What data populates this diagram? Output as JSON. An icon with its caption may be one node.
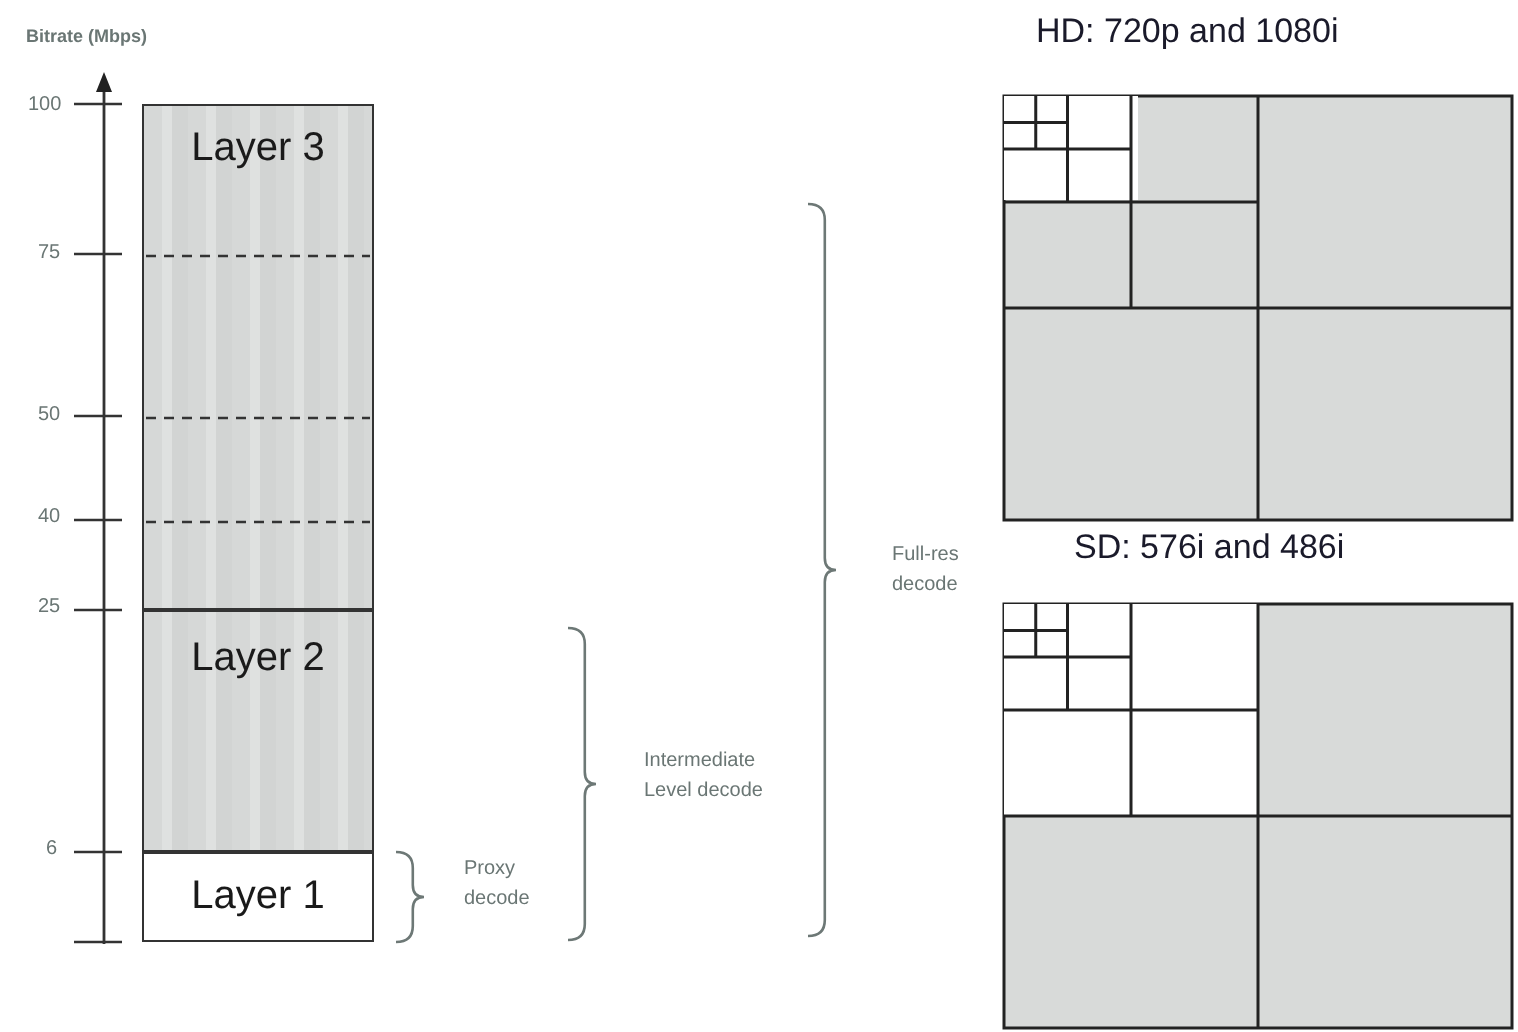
{
  "diagram": {
    "nodes": [
      {
        "text": [
          "Layer 3"
        ]
      },
      {
        "text": [
          "Layer 2"
        ]
      },
      {
        "text": [
          "Layer 1"
        ]
      },
      {
        "text": [
          "HD: 720p and 1080i"
        ]
      },
      {
        "text": [
          "SD: 576i and 486i"
        ]
      }
    ],
    "labels": [
      "Bitrate (Mbps)",
      "100",
      "75",
      "50",
      "40",
      "25",
      "6",
      "Proxy decode",
      "Intermediate Level decode",
      "Full-res decode"
    ]
  }
}
